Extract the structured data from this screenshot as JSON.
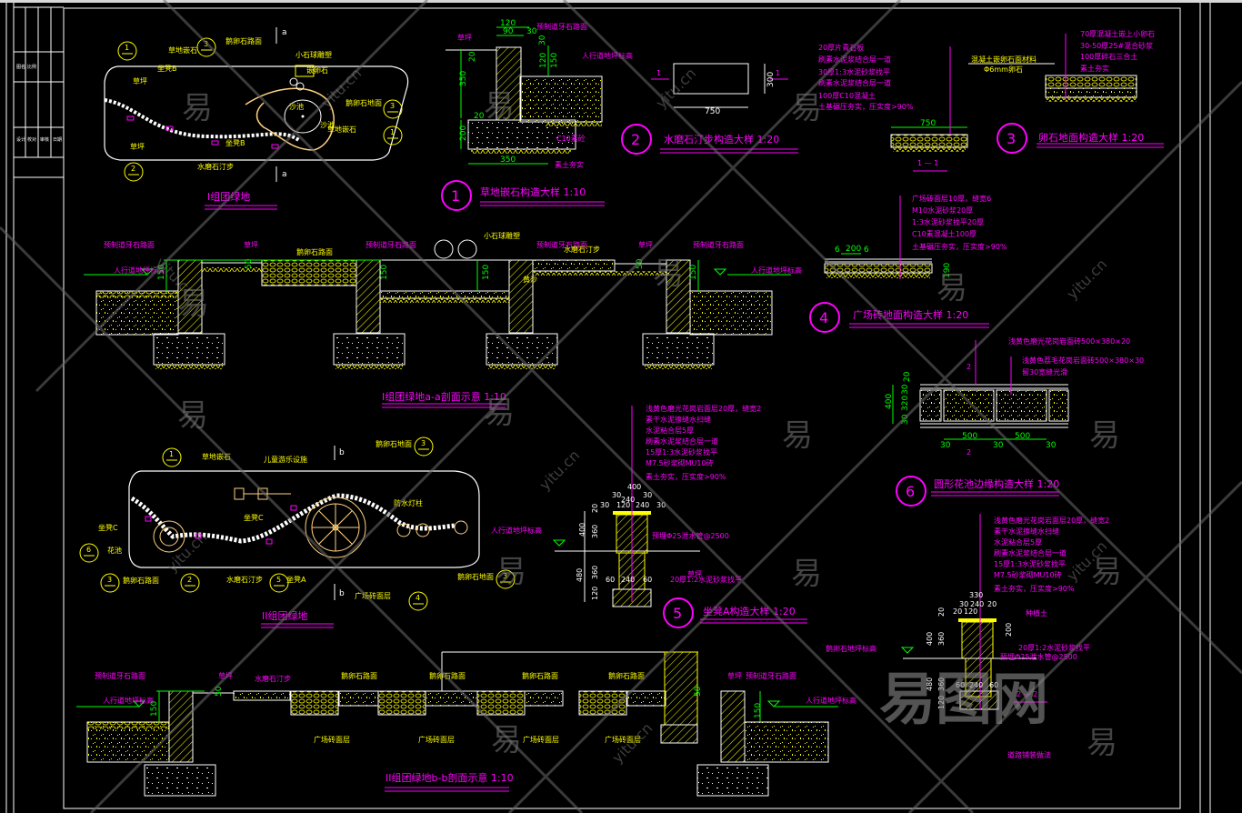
{
  "drawing": {
    "title_block": {
      "rows": [
        "图名",
        "比例",
        "设计",
        "校对",
        "审核",
        "日期"
      ]
    },
    "colors": {
      "background": "#000000",
      "annotation": "#ff00ff",
      "outline": "#ffff00",
      "dimension": "#00ff00",
      "line": "#ffffff",
      "paving": "#ffd27f"
    },
    "plan1": {
      "title": "I组团绿地",
      "labels": [
        "草地嵌石",
        "鹅卵石路面",
        "小石球雕塑",
        "嵌卵石",
        "草坪",
        "坐凳B",
        "草坪",
        "沙池",
        "沙池",
        "鹅卵石地面",
        "草地嵌石",
        "坐凳B",
        "水磨石汀步"
      ],
      "callouts": [
        "1",
        "3",
        "3",
        "1",
        "2"
      ],
      "section_mark": "a"
    },
    "detail1": {
      "title": "草地嵌石构造大样 1:10",
      "number": "1",
      "labels": [
        "草坪",
        "预制道牙石路面",
        "人行道地坪标高",
        "C10素砼",
        "素土夯实"
      ],
      "dims": [
        "120",
        "90",
        "30",
        "20",
        "30",
        "120",
        "150",
        "350",
        "20",
        "200",
        "350"
      ]
    },
    "detail2": {
      "title": "水磨石汀步构造大样 1:20",
      "number": "2",
      "section_label": "1",
      "dims": [
        "750",
        "300"
      ]
    },
    "detail3": {
      "title": "卵石地面构造大样 1:20",
      "number": "3",
      "section_title": "1 — 1",
      "dim": "750",
      "layers_left": [
        "20厚片青石板",
        "刷素水泥浆结合层一道",
        "30厚1:3水泥砂浆找平",
        "刷素水泥浆结合层一道",
        "100厚C10混凝土",
        "土基碾压夯实，压实度>90%"
      ],
      "layers_right": [
        "70厚混凝土嵌上小卵石",
        "30-50厚25#混合砂浆",
        "100厚碎石三合土",
        "素土夯实"
      ],
      "side_label": [
        "混凝土嵌卵石面材料",
        "Φ6mm卵石"
      ]
    },
    "detail4": {
      "title": "广场砖地面构造大样 1:20",
      "number": "4",
      "layers": [
        "广场砖面层10厚，缝宽6",
        "M10水泥砂浆20厚",
        "1:3水泥砂浆找平20厚",
        "C10素混凝土100厚",
        "土基碾压夯实，压实度>90%"
      ],
      "dims": [
        "6",
        "200",
        "6",
        "190"
      ]
    },
    "detail6": {
      "title": "圆形花池边缘构造大样 1:20",
      "number": "6",
      "labels": [
        "浅黄色磨光花岗岩面砖500×380×20",
        "浅黄色荔毛花岗岩面砖500×380×30",
        "留30宽缝光滑"
      ],
      "section_mark": "2",
      "dims": [
        "20",
        "30",
        "320",
        "30",
        "400",
        "500",
        "500",
        "30",
        "30",
        "30"
      ]
    },
    "section1": {
      "title": "I组团绿地a-a剖面示意 1:10",
      "labels": [
        "预制道牙石路面",
        "人行道地坪标高",
        "草坪",
        "鹅卵石路面",
        "预制道牙石路面",
        "小石球雕塑",
        "预制道牙石路面",
        "水磨石汀步",
        "草坪",
        "预制道牙石路面",
        "人行道地坪标高",
        "黄沙"
      ],
      "dims": [
        "150",
        "50",
        "150",
        "150",
        "50",
        "150"
      ]
    },
    "plan2": {
      "title": "II组团绿地",
      "labels": [
        "草地嵌石",
        "儿童游乐设施",
        "鹅卵石地面",
        "坐凳C",
        "坐凳C",
        "花池",
        "鹅卵石路面",
        "水磨石汀步",
        "坐凳A",
        "广场砖面层",
        "防水灯柱",
        "鹅卵石地面"
      ],
      "callouts": [
        "1",
        "3",
        "6",
        "3",
        "2",
        "5",
        "4",
        "3"
      ],
      "section_mark": "b"
    },
    "detail5": {
      "title": "坐凳A构造大样 1:20",
      "number": "5",
      "layers": [
        "浅黄色磨光花岗岩面层20厚，缝宽2",
        "素干水泥擦缝水扫缝",
        "水泥粘合层5厚",
        "刷素水泥浆结合层一道",
        "15厚1:3水泥砂浆找平",
        "M7.5砂浆砌MU10砖",
        "素土夯实，压实度>90%"
      ],
      "notes": [
        "预埋Φ25泄水管@2500",
        "草坪",
        "20厚1:2水泥砂浆找平",
        "人行道地坪标高"
      ],
      "dims": [
        "400",
        "30",
        "240",
        "30",
        "30",
        "120",
        "240",
        "30",
        "20",
        "400",
        "360",
        "480",
        "360",
        "120",
        "60",
        "240",
        "60"
      ]
    },
    "detail_2_2": {
      "title": "2 — 2",
      "layers": [
        "浅黄色磨光花岗岩面层20厚，缝宽2",
        "素干水泥擦缝水扫缝",
        "水泥粘合层5厚",
        "刷素水泥浆结合层一道",
        "15厚1:3水泥砂浆找平",
        "M7.5砂浆砌MU10砖",
        "素土夯实，压实度>90%"
      ],
      "notes": [
        "种植土",
        "20厚1:2水泥砂浆找平",
        "预埋Φ25泄水管@2500",
        "鹅卵石地坪标高"
      ],
      "dims": [
        "330",
        "30",
        "240",
        "20",
        "20",
        "120",
        "20",
        "400",
        "360",
        "480",
        "360",
        "120",
        "60",
        "240",
        "60",
        "200"
      ]
    },
    "section2": {
      "title": "II组团绿地b-b剖面示意 1:10",
      "labels": [
        "预制道牙石路面",
        "人行道地坪标高",
        "草坪",
        "水磨石汀步",
        "鹅卵石路面",
        "鹅卵石路面",
        "鹅卵石路面",
        "鹅卵石路面",
        "广场砖面层",
        "广场砖面层",
        "广场砖面层",
        "广场砖面层",
        "草坪",
        "预制道牙石路面",
        "人行道地坪标高"
      ],
      "dims": [
        "150",
        "50",
        "50",
        "150"
      ]
    },
    "footer_note": "道路铺装做法",
    "watermark": {
      "brand": "易图网",
      "site": "yitu.cn",
      "glyph": "易"
    }
  }
}
